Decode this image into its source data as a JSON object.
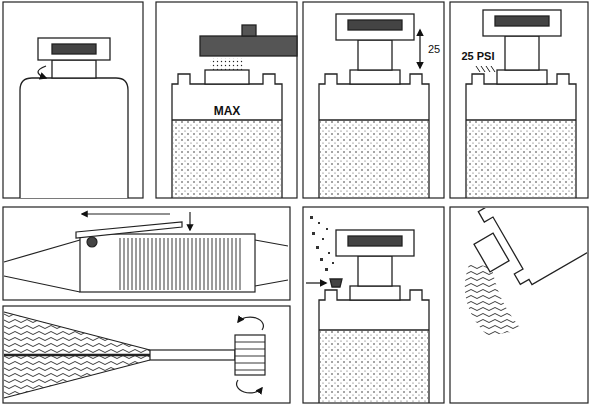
{
  "diagram": {
    "labels": [
      "MAX",
      "25",
      "25 PSI"
    ]
  }
}
